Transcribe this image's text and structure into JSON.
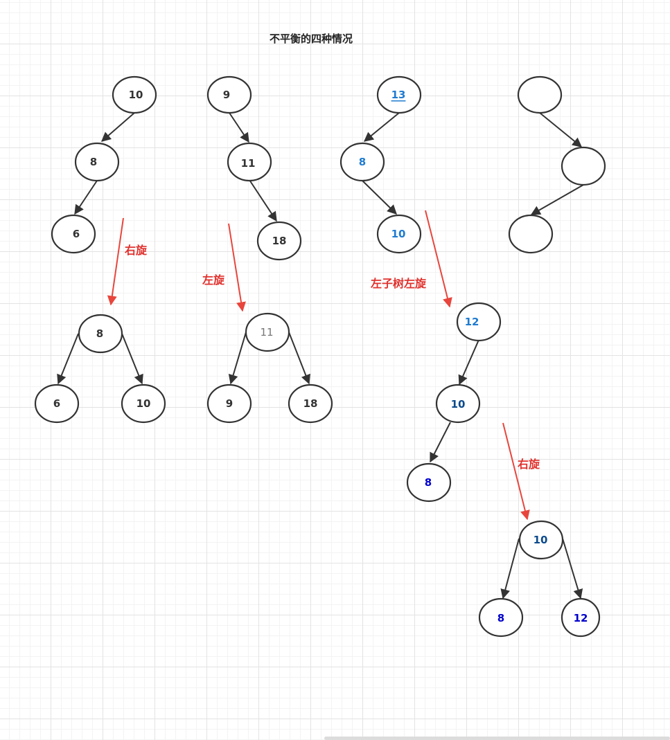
{
  "title": "不平衡的四种情况",
  "labels": {
    "rotate_right_1": "右旋",
    "rotate_left_1": "左旋",
    "left_subtree_rotate_left": "左子树左旋",
    "rotate_right_2": "右旋"
  },
  "colors": {
    "edge": "#333333",
    "arrow": "#e8453c",
    "label": "#e0322e",
    "text_dark": "#333333",
    "text_gray": "#777777",
    "text_blue": "#1f7bd0",
    "text_navy": "#0b4a8c",
    "text_deep_blue": "#0000cc"
  },
  "nodes": {
    "ll_root": "10",
    "ll_mid": "8",
    "ll_leaf": "6",
    "llr_root": "8",
    "llr_left": "6",
    "llr_right": "10",
    "rr_root": "9",
    "rr_mid": "11",
    "rr_leaf": "18",
    "rrr_root": "11",
    "rrr_left": "9",
    "rrr_right": "18",
    "lr_root": "13",
    "lr_mid": "8",
    "lr_leaf": "10",
    "lrs_root": "12",
    "lrs_mid": "10",
    "lrs_leaf": "8",
    "lrf_root": "10",
    "lrf_left": "8",
    "lrf_right": "12",
    "rl_root": "",
    "rl_mid": "",
    "rl_leaf": ""
  }
}
